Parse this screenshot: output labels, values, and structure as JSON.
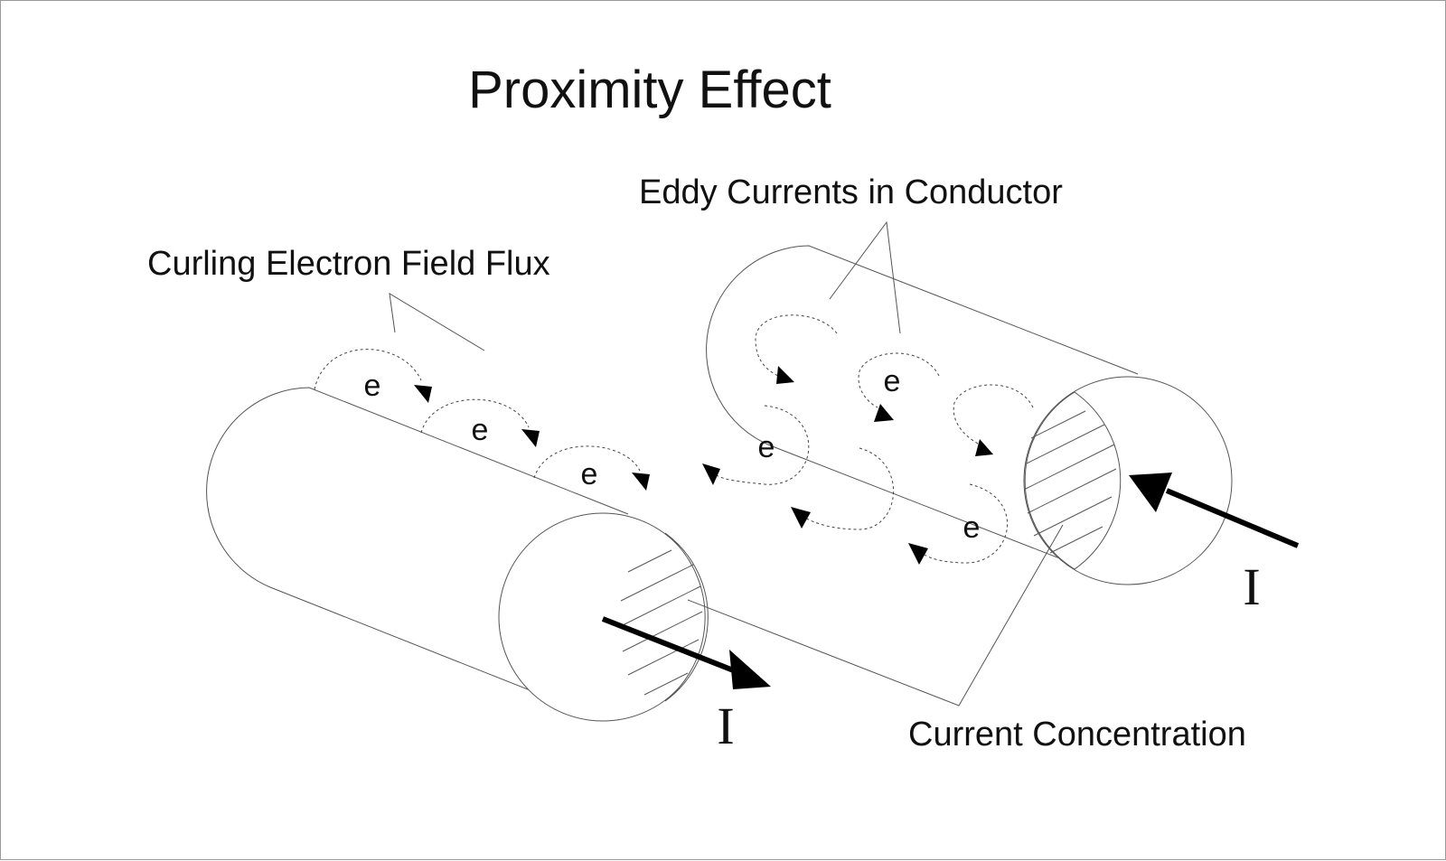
{
  "title": "Proximity Effect",
  "labels": {
    "curling_flux": "Curling Electron Field Flux",
    "eddy_currents": "Eddy Currents in Conductor",
    "current_concentration": "Current Concentration"
  },
  "electron_symbol": "e",
  "current_symbol": "I"
}
